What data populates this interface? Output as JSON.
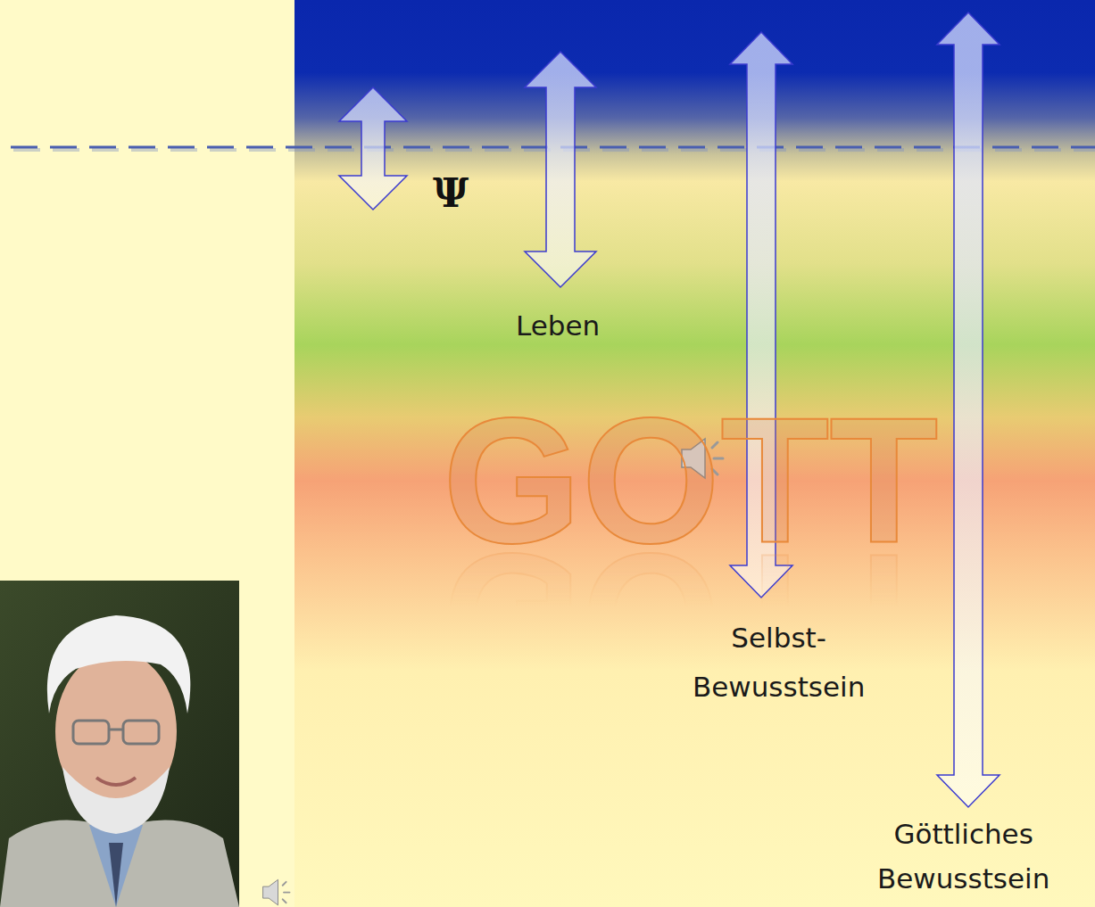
{
  "diagram": {
    "labels": [
      "Ψ",
      "Leben",
      "GOTT",
      "Selbst- Bewusstsein",
      "Göttliches Bewusstsein"
    ]
  }
}
